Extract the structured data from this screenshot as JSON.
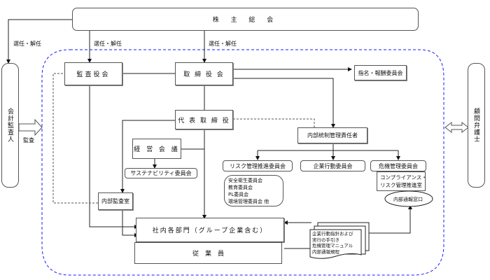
{
  "title": "コーポレート・ガバナンス体制図",
  "nodes": {
    "shareholders_meeting": "株 主 総 会",
    "audit_board": "監査役会",
    "board_of_directors": "取 締 役 会",
    "nomination_committee": "指名・報酬委員会",
    "representative_director": "代 表 取 締 役",
    "management_council": "経 営 会 議",
    "sustainability_committee": "サステナビリティ委員会",
    "internal_control_officer": "内部統制管理責任者",
    "risk_committee": "リスク管理推進委員会",
    "corporate_conduct_committee": "企業行動委員会",
    "crisis_committee": "危機管理委員会",
    "compliance_office": [
      "コンプライアンス・",
      "リスク管理推進室"
    ],
    "whistleblower_desk": "内部通報窓口",
    "internal_audit": "内部監査室",
    "departments": "社内各部門（グループ企業含む）",
    "employees": "従　業　員",
    "accounting_auditor": "会計監査人",
    "legal_counsel": "顧問弁護士",
    "sub_committees": [
      "安全衛生委員会",
      "教育委員会",
      "PL委員会",
      "環境管理委員会 他"
    ],
    "documents": [
      "企業行動指針および",
      "実行の手引き",
      "危機管理マニュアル",
      "内部通報規程"
    ]
  },
  "labels": {
    "appoint_dismiss_left": "選任・解任",
    "appoint_dismiss_mid": "選任・解任",
    "appoint_dismiss_right": "選任・解任",
    "audit": "監査"
  },
  "colors": {
    "boundary": "#1a1aff",
    "line": "#222222",
    "dashed": "#555555"
  }
}
